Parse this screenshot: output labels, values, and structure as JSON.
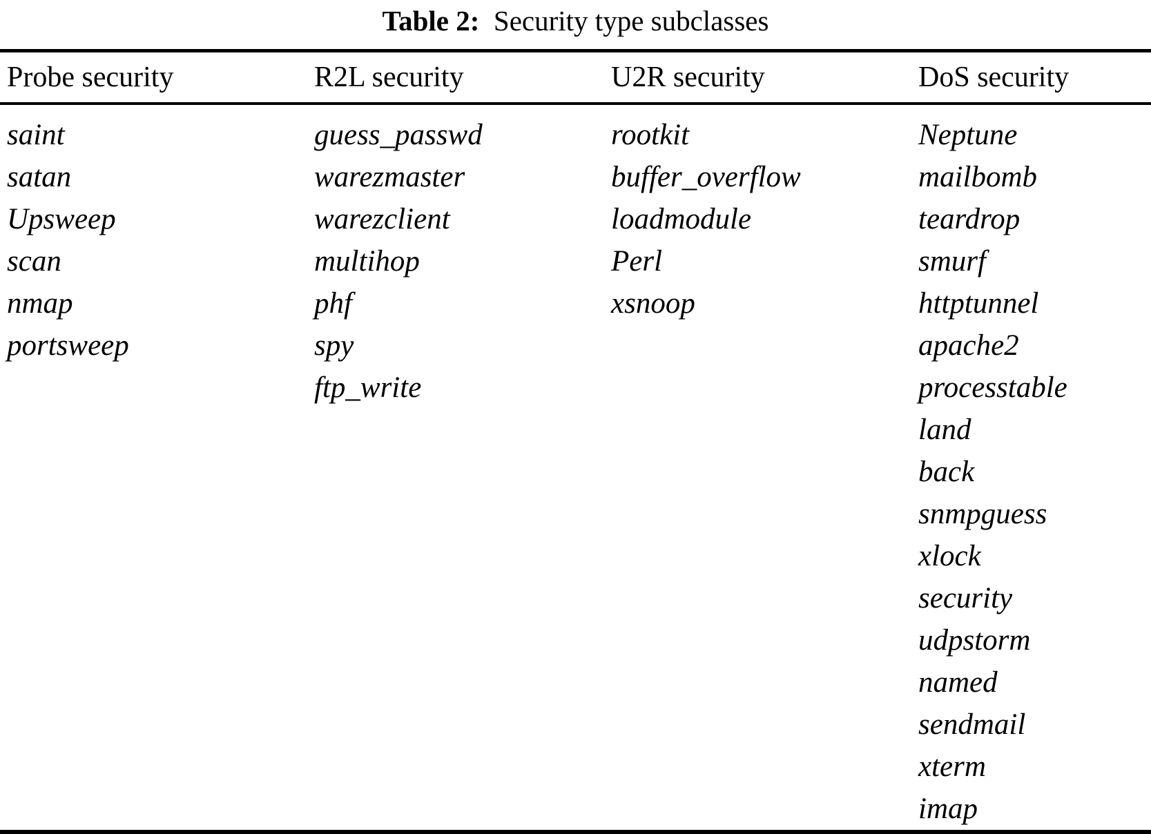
{
  "table": {
    "caption": {
      "label": "Table 2:",
      "text": "Security type subclasses"
    },
    "columns": [
      {
        "header": "Probe security",
        "items": [
          "saint",
          "satan",
          "Upsweep",
          "scan",
          "nmap",
          "portsweep"
        ]
      },
      {
        "header": "R2L security",
        "items": [
          "guess_passwd",
          "warezmaster",
          "warezclient",
          "multihop",
          "phf",
          "spy",
          "ftp_write"
        ]
      },
      {
        "header": "U2R security",
        "items": [
          "rootkit",
          "buffer_overflow",
          "loadmodule",
          "Perl",
          "xsnoop"
        ]
      },
      {
        "header": "DoS security",
        "items": [
          "Neptune",
          "mailbomb",
          "teardrop",
          "smurf",
          "httptunnel",
          "apache2",
          "processtable",
          "land",
          "back",
          "snmpguess",
          "xlock",
          "security",
          "udpstorm",
          "named",
          "sendmail",
          "xterm",
          "imap"
        ]
      }
    ]
  }
}
